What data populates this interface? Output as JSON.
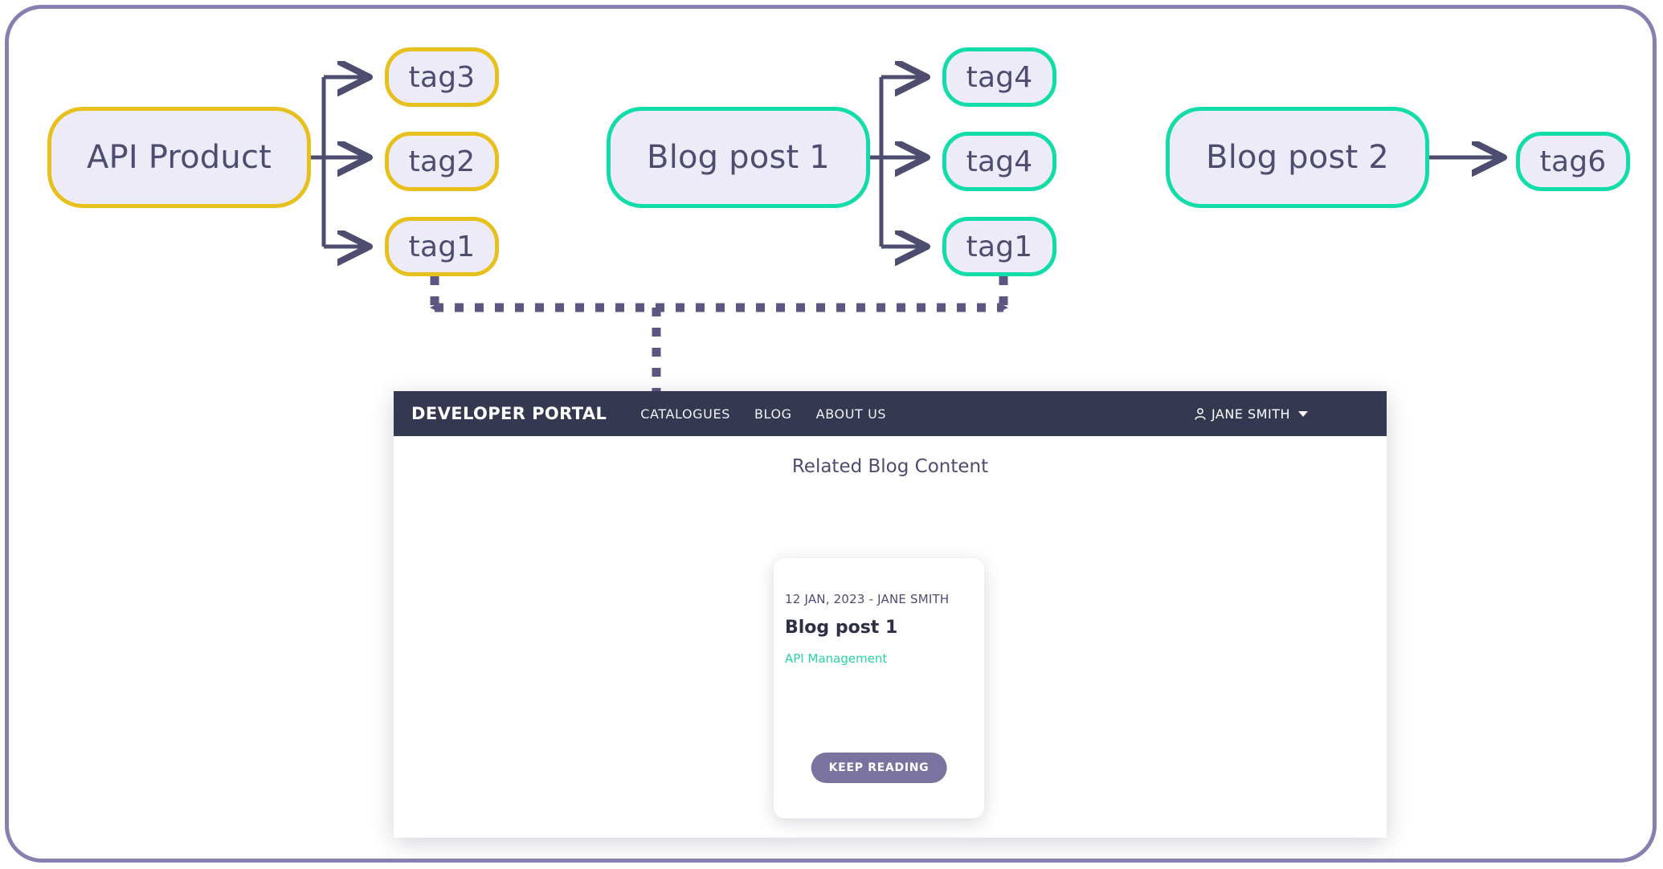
{
  "frame": {
    "border_color": "#8481b0"
  },
  "palette": {
    "node_fill": "#ecebf7",
    "api_border": "#e8c01e",
    "blog_border": "#12dca8",
    "text_dark": "#4d4d70",
    "wire": "#4d4d70",
    "portal_header_bg": "#343850",
    "link_green": "#28d3a4",
    "button_bg": "#7a739f"
  },
  "diagram": {
    "type": "relationship-graph",
    "groups": [
      {
        "id": "api-product",
        "source": {
          "label": "API Product",
          "kind": "api-product",
          "color": "#e8c01e"
        },
        "tags": [
          {
            "label": "tag3",
            "color": "#e8c01e"
          },
          {
            "label": "tag2",
            "color": "#e8c01e"
          },
          {
            "label": "tag1",
            "color": "#e8c01e"
          }
        ]
      },
      {
        "id": "blog-post-1",
        "source": {
          "label": "Blog post 1",
          "kind": "blog-post",
          "color": "#12dca8"
        },
        "tags": [
          {
            "label": "tag4",
            "color": "#12dca8"
          },
          {
            "label": "tag4",
            "color": "#12dca8"
          },
          {
            "label": "tag1",
            "color": "#12dca8"
          }
        ]
      },
      {
        "id": "blog-post-2",
        "source": {
          "label": "Blog post 2",
          "kind": "blog-post",
          "color": "#12dca8"
        },
        "tags": [
          {
            "label": "tag6",
            "color": "#12dca8"
          }
        ]
      }
    ],
    "match_link": {
      "style": "dashed",
      "from": "api-product.tag1",
      "to": "blog-post-1.tag1",
      "result_target": "related-blog-card"
    }
  },
  "portal": {
    "brand": "DEVELOPER PORTAL",
    "nav": [
      {
        "label": "CATALOGUES"
      },
      {
        "label": "BLOG"
      },
      {
        "label": "ABOUT US"
      }
    ],
    "user": {
      "name": "JANE SMITH",
      "icon": "user-icon",
      "caret": "chevron-down-icon"
    },
    "related_title": "Related Blog Content",
    "card": {
      "meta": "12 JAN, 2023 - JANE SMITH",
      "title": "Blog post 1",
      "tag": "API Management",
      "button": "KEEP READING"
    }
  }
}
